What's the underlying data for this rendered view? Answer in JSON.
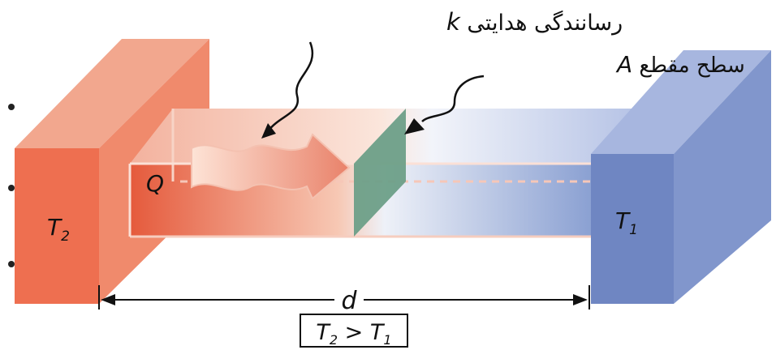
{
  "labels": {
    "conductivity": "رسانندگی هدایتی",
    "conductivity_symbol": "k",
    "cross_section": "سطح مقطع",
    "cross_section_symbol": "A",
    "heat_symbol": "Q",
    "hot_temp_main": "T",
    "hot_temp_sub": "2",
    "cold_temp_main": "T",
    "cold_temp_sub": "1",
    "distance_symbol": "d",
    "inequality": {
      "left_main": "T",
      "left_sub": "2",
      "operator": " > ",
      "right_main": "T",
      "right_sub": "1"
    }
  },
  "colors": {
    "hot": "#e9775a",
    "hot_dark": "#e06648",
    "cold": "#6f86c2",
    "cold_light": "#9fb0dd",
    "section": "#6d9f88"
  }
}
